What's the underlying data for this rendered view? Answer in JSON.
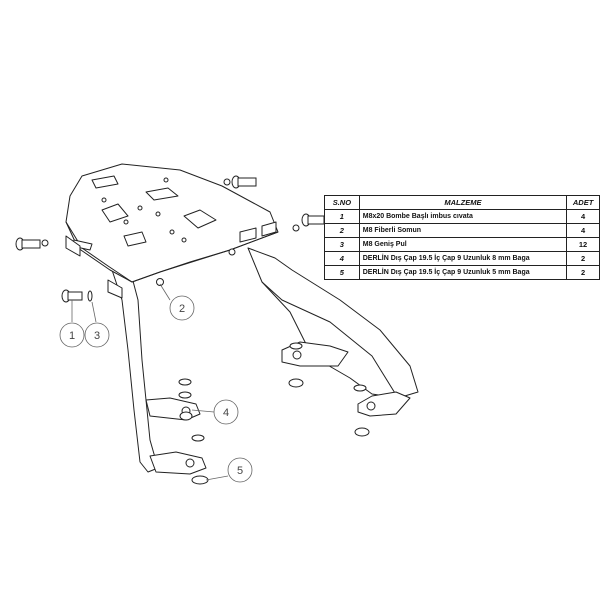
{
  "table": {
    "headers": {
      "sno": "S.NO",
      "material": "MALZEME",
      "qty": "ADET"
    },
    "rows": [
      {
        "no": "1",
        "material": "M8x20 Bombe Başlı imbus cıvata",
        "qty": "4"
      },
      {
        "no": "2",
        "material": "M8 Fiberli Somun",
        "qty": "4"
      },
      {
        "no": "3",
        "material": "M8 Geniş Pul",
        "qty": "12"
      },
      {
        "no": "4",
        "material": "DERLİN Dış Çap 19.5 İç Çap 9 Uzunluk 8 mm Baga",
        "qty": "2"
      },
      {
        "no": "5",
        "material": "DERLİN Dış Çap 19.5 İç Çap 9 Uzunluk 5 mm Baga",
        "qty": "2"
      }
    ]
  },
  "callouts": {
    "c1": "1",
    "c2": "2",
    "c3": "3",
    "c4": "4",
    "c5": "5"
  }
}
